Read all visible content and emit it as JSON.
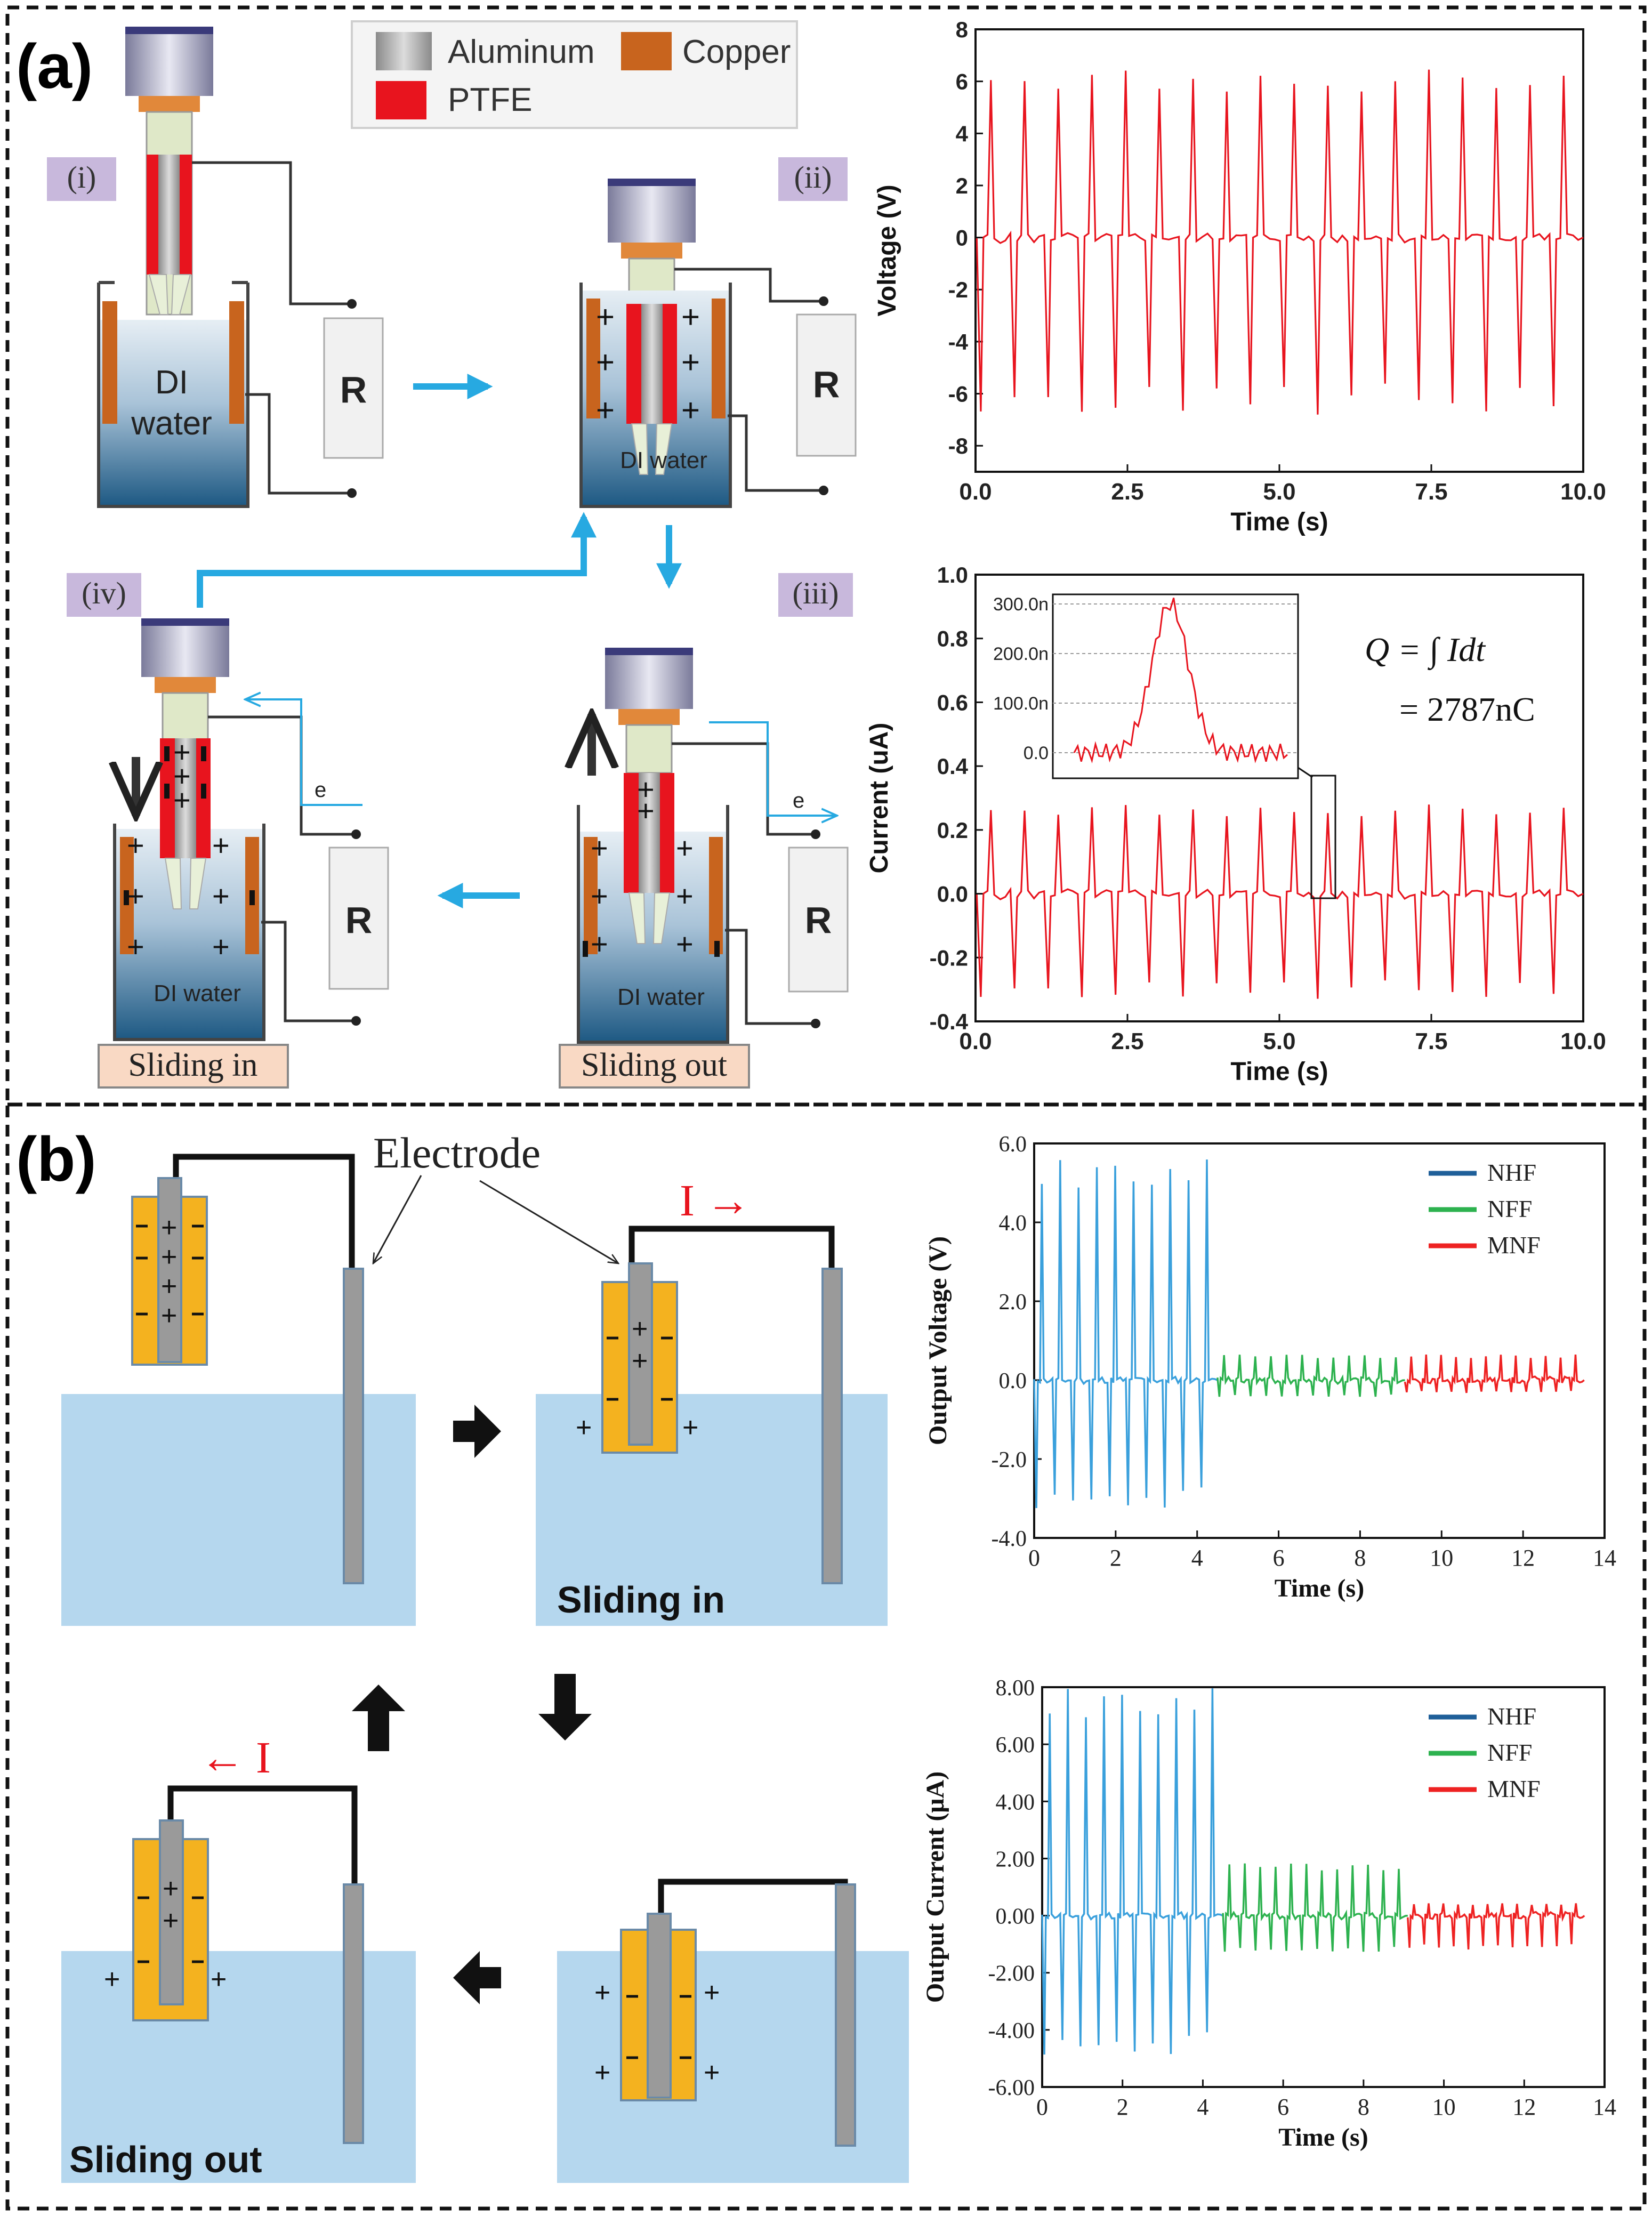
{
  "panel_a": {
    "label": "(a)",
    "legend": {
      "aluminum": "Aluminum",
      "copper": "Copper",
      "ptfe": "PTFE"
    },
    "steps": [
      "(i)",
      "(ii)",
      "(iii)",
      "(iv)"
    ],
    "di_water_big": [
      "DI",
      "water"
    ],
    "di_water": "DI water",
    "resistor": "R",
    "electron": "e",
    "sliding_in": "Sliding in",
    "sliding_out": "Sliding out",
    "eq_line1": "Q = ∫ Idt",
    "eq_line2": "= 2787nC",
    "colors": {
      "copper": "#c8641e",
      "ptfe": "#e8141e",
      "arrow": "#27a9e1",
      "tag_bg": "#c8b8dc",
      "label_bg": "#f9d9c4",
      "signal": "#e8141e"
    }
  },
  "panel_b": {
    "label": "(b)",
    "electrode": "Electrode",
    "current_right": "I →",
    "current_left": "← I",
    "sliding_in": "Sliding in",
    "sliding_out": "Sliding out",
    "colors": {
      "water": "#b5d7ee",
      "gold": "#f4b21f",
      "rod": "#9a9a9a",
      "wire": "#111111"
    }
  },
  "chart_data": [
    {
      "type": "line",
      "id": "a-voltage",
      "xlabel": "Time (s)",
      "ylabel": "Voltage (V)",
      "xlim": [
        0,
        10
      ],
      "ylim": [
        -9,
        8
      ],
      "xticks": [
        "0.0",
        "2.5",
        "5.0",
        "7.5",
        "10.0"
      ],
      "yticks": [
        "8",
        "6",
        "4",
        "2",
        "0",
        "-2",
        "-4",
        "-6",
        "-8"
      ],
      "pulses": 18,
      "peak": 6.0,
      "trough": -6.2,
      "color": "#e8141e"
    },
    {
      "type": "line",
      "id": "a-current",
      "xlabel": "Time (s)",
      "ylabel": "Current (uA)",
      "xlim": [
        0,
        10
      ],
      "ylim": [
        -0.4,
        1.0
      ],
      "xticks": [
        "0.0",
        "2.5",
        "5.0",
        "7.5",
        "10.0"
      ],
      "yticks": [
        "1.0",
        "0.8",
        "0.6",
        "0.4",
        "0.2",
        "0.0",
        "-0.2",
        "-0.4"
      ],
      "pulses": 18,
      "peak": 0.26,
      "trough": -0.3,
      "inset_yticks": [
        "300.0n",
        "200.0n",
        "100.0n",
        "0.0"
      ],
      "color": "#e8141e"
    },
    {
      "type": "line",
      "id": "b-voltage",
      "xlabel": "Time (s)",
      "ylabel": "Output Voltage (V)",
      "xlim": [
        0,
        14
      ],
      "ylim": [
        -4,
        6
      ],
      "xticks": [
        "0",
        "2",
        "4",
        "6",
        "8",
        "10",
        "12",
        "14"
      ],
      "yticks": [
        "6.0",
        "4.0",
        "2.0",
        "0.0",
        "-2.0",
        "-4.0"
      ],
      "series": [
        {
          "name": "NHF",
          "color": "#1f5f99",
          "x_range": [
            0,
            4.5
          ],
          "peak": 5.2,
          "trough": -3.0
        },
        {
          "name": "NFF",
          "color": "#2db24f",
          "x_range": [
            4.5,
            9.1
          ],
          "peak": 0.6,
          "trough": -0.4
        },
        {
          "name": "MNF",
          "color": "#ee2222",
          "x_range": [
            9.1,
            13.5
          ],
          "peak": 0.6,
          "trough": -0.3
        }
      ],
      "nhf_color_trace": "#3aa0dc"
    },
    {
      "type": "line",
      "id": "b-current",
      "xlabel": "Time (s)",
      "ylabel": "Output Current (μA)",
      "xlim": [
        0,
        14
      ],
      "ylim": [
        -6,
        8
      ],
      "xticks": [
        "0",
        "2",
        "4",
        "6",
        "8",
        "10",
        "12",
        "14"
      ],
      "yticks": [
        "8.00",
        "6.00",
        "4.00",
        "2.00",
        "0.00",
        "-2.00",
        "-4.00",
        "-6.00"
      ],
      "series": [
        {
          "name": "NHF",
          "color": "#1f5f99",
          "x_range": [
            0,
            4.5
          ],
          "peak": 7.4,
          "trough": -4.5
        },
        {
          "name": "NFF",
          "color": "#2db24f",
          "x_range": [
            4.5,
            9.1
          ],
          "peak": 1.7,
          "trough": -1.2
        },
        {
          "name": "MNF",
          "color": "#ee2222",
          "x_range": [
            9.1,
            13.5
          ],
          "peak": 0.4,
          "trough": -1.1
        }
      ],
      "nhf_color_trace": "#3aa0dc"
    }
  ]
}
